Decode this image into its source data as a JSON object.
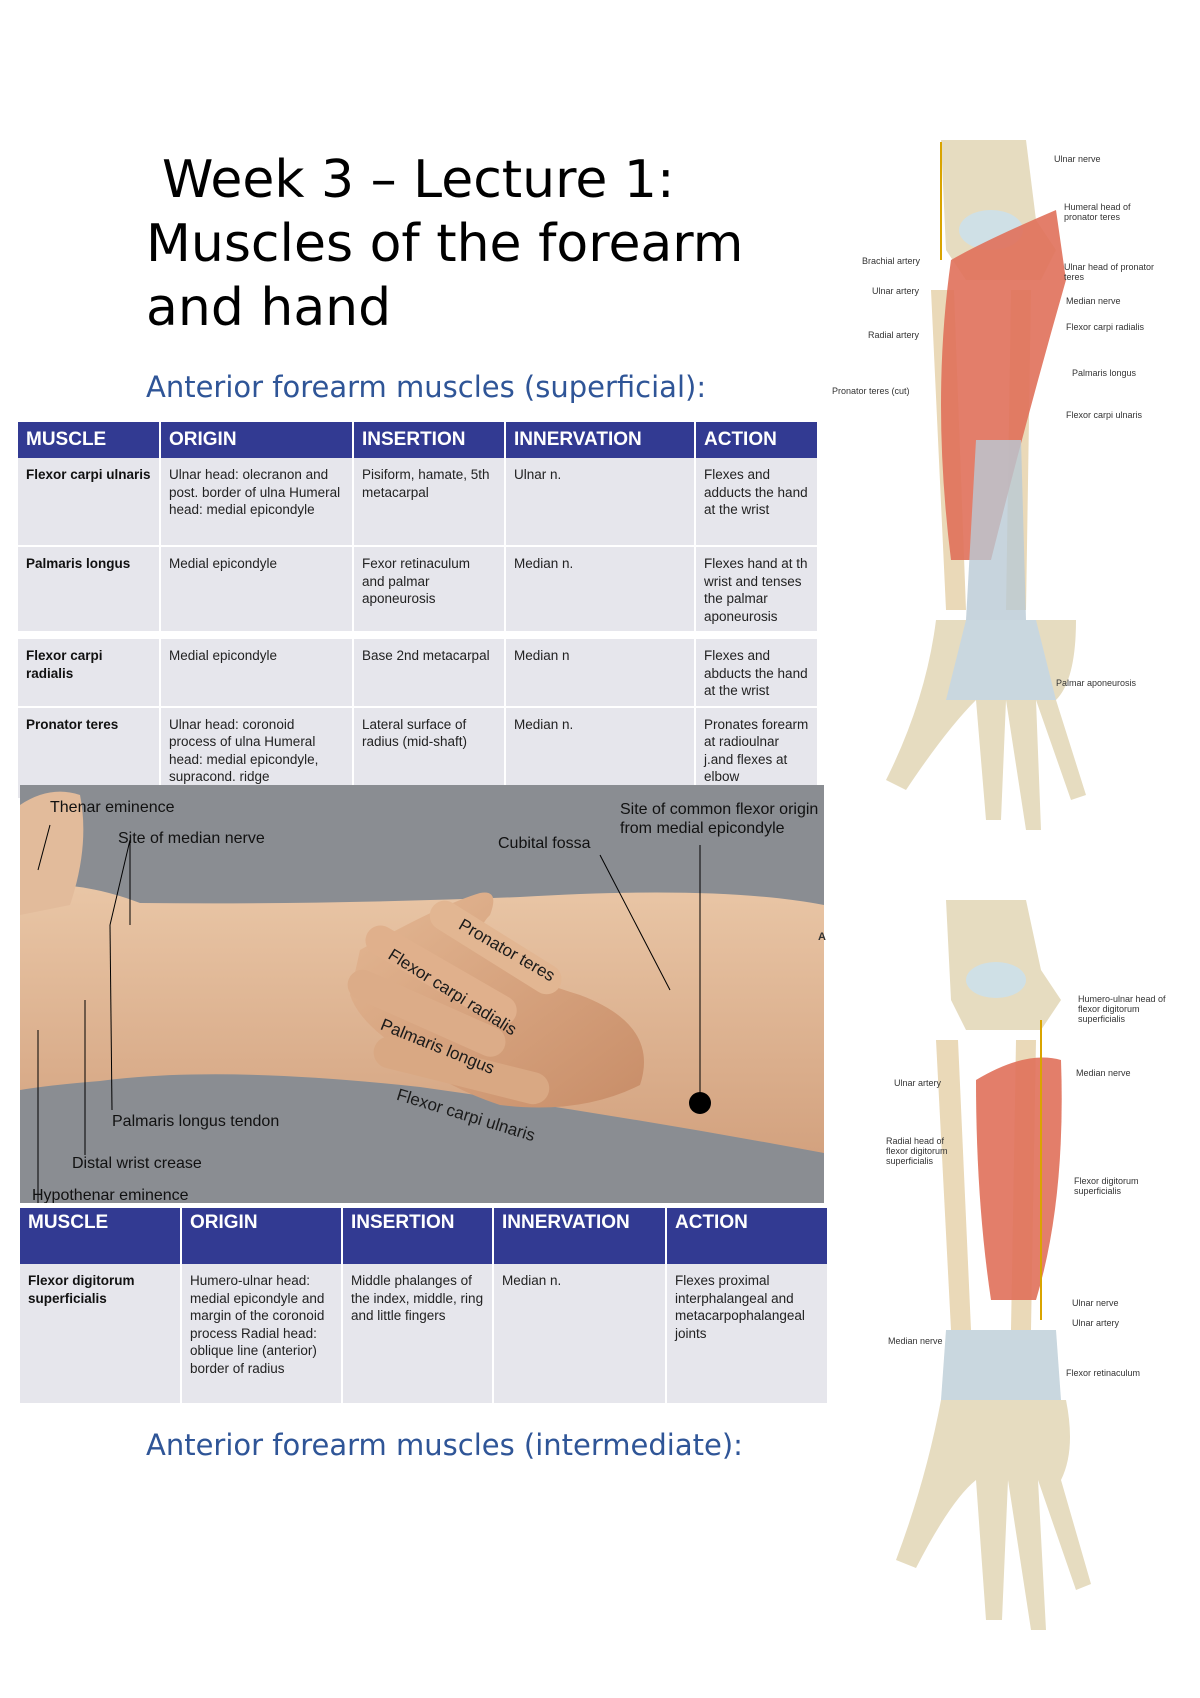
{
  "title": {
    "line1": "Week 3 – Lecture 1:",
    "line2": "Muscles of the forearm",
    "line3": "and hand"
  },
  "subheadings": {
    "superficial": "Anterior forearm muscles (superficial):",
    "intermediate": "Anterior forearm muscles (intermediate):"
  },
  "table_headers": [
    "MUSCLE",
    "ORIGIN",
    "INSERTION",
    "INNERVATION",
    "ACTION"
  ],
  "table1_rows": [
    {
      "muscle": "Flexor carpi ulnaris",
      "origin": "Ulnar head: olecranon and post. border of ulna Humeral head: medial epicondyle",
      "insertion": "Pisiform, hamate, 5th metacarpal",
      "innervation": "Ulnar n.",
      "action": "Flexes and adducts the hand at the wrist"
    },
    {
      "muscle": "Palmaris longus",
      "origin": "Medial epicondyle",
      "insertion": "Fexor retinaculum and palmar aponeurosis",
      "innervation": "Median n.",
      "action": "Flexes hand at th wrist and tenses the palmar aponeurosis"
    },
    {
      "muscle": "Flexor carpi radialis",
      "origin": "Medial epicondyle",
      "insertion": "Base 2nd metacarpal",
      "innervation": "Median n",
      "action": "Flexes and abducts the hand at the wrist"
    },
    {
      "muscle": "Pronator teres",
      "origin": "Ulnar head: coronoid process of ulna Humeral head: medial epicondyle, supracond. ridge",
      "insertion": "Lateral surface of radius (mid-shaft)",
      "innervation": "Median n.",
      "action": "Pronates forearm at radioulnar j.and flexes at elbow"
    }
  ],
  "table2_rows": [
    {
      "muscle": "Flexor digitorum superficialis",
      "origin": "Humero-ulnar head: medial epicondyle and margin of the coronoid process Radial head: oblique line (anterior) border of radius",
      "insertion": "Middle phalanges of the index, middle, ring and little fingers",
      "innervation": "Median n.",
      "action": "Flexes proximal interphalangeal and metacarpophalangeal joints"
    }
  ],
  "photo_labels": {
    "thenar": "Thenar eminence",
    "median_site": "Site of median nerve",
    "cubital": "Cubital fossa",
    "common_flexor": "Site of common flexor origin from medial epicondyle",
    "palmaris_tendon": "Palmaris longus tendon",
    "distal_crease": "Distal wrist crease",
    "hypothenar": "Hypothenar eminence",
    "pronator_teres": "Pronator teres",
    "fcr": "Flexor carpi radialis",
    "palmaris_longus": "Palmaris longus",
    "fcu": "Flexor carpi ulnaris"
  },
  "figure_top_labels": {
    "ulnar_nerve": "Ulnar nerve",
    "humeral_head_pt": "Humeral head of pronator teres",
    "brachial_artery": "Brachial artery",
    "ulnar_head_pt": "Ulnar head of pronator teres",
    "ulnar_artery": "Ulnar artery",
    "median_nerve": "Median nerve",
    "radial_artery": "Radial artery",
    "fcr": "Flexor carpi radialis",
    "palmaris_longus": "Palmaris longus",
    "pronator_cut": "Pronator teres (cut)",
    "fcu": "Flexor carpi ulnaris",
    "palmar_aponeurosis": "Palmar aponeurosis"
  },
  "figure_bottom_labels": {
    "letter": "A",
    "humero_ulnar": "Humero-ulnar head of flexor digitorum superficialis",
    "ulnar_artery": "Ulnar artery",
    "median_nerve": "Median nerve",
    "radial_head": "Radial head of flexor digitorum superficialis",
    "fds": "Flexor digitorum superficialis",
    "ulnar_nerve": "Ulnar nerve",
    "ulnar_artery2": "Ulnar artery",
    "median_nerve2": "Median nerve",
    "flexor_retinaculum": "Flexor retinaculum"
  }
}
